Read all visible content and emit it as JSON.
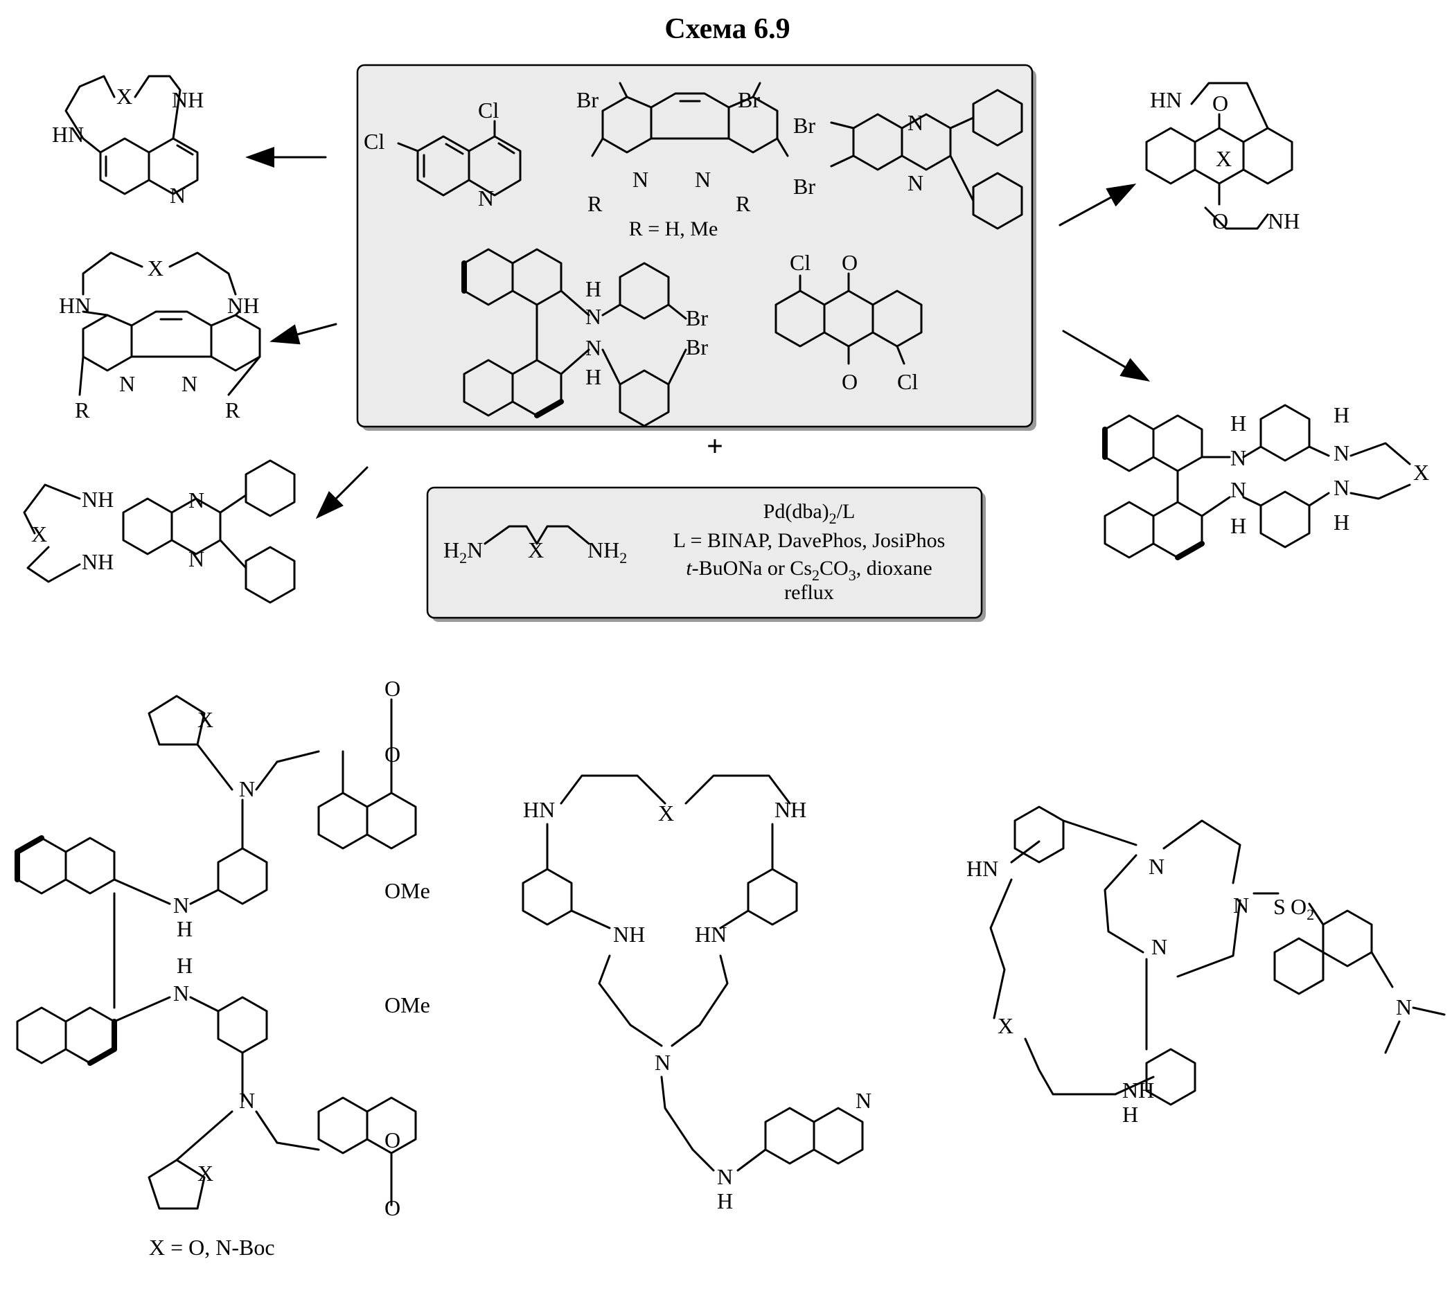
{
  "title": "Схема 6.9",
  "reagent_box": {
    "r_note": "R = H, Me",
    "atoms": {
      "Cl": "Cl",
      "Br": "Br",
      "N": "N",
      "R": "R",
      "H": "H",
      "O": "O"
    }
  },
  "plus": "+",
  "conditions": {
    "diamine_h2n": "H",
    "diamine_n": "N",
    "diamine_x": "X",
    "diamine_nh": "NH",
    "catalyst": "Pd(dba)",
    "catalyst_sub": "2",
    "catalyst_tail": "/L",
    "ligands": "L = BINAP, DavePhos, JosiPhos",
    "base_prefix": "t",
    "base": "-BuONa or Cs",
    "base_sub1": "2",
    "base_mid": "CO",
    "base_sub2": "3",
    "base_tail": ", dioxane",
    "reflux": "reflux"
  },
  "labels": {
    "NH": "NH",
    "HN": "HN",
    "N": "N",
    "X": "X",
    "H": "H",
    "O": "O",
    "R": "R",
    "OMe": "OMe",
    "S": "S",
    "O2": "O",
    "two": "2"
  },
  "x_note": "X = O, N-Boc"
}
